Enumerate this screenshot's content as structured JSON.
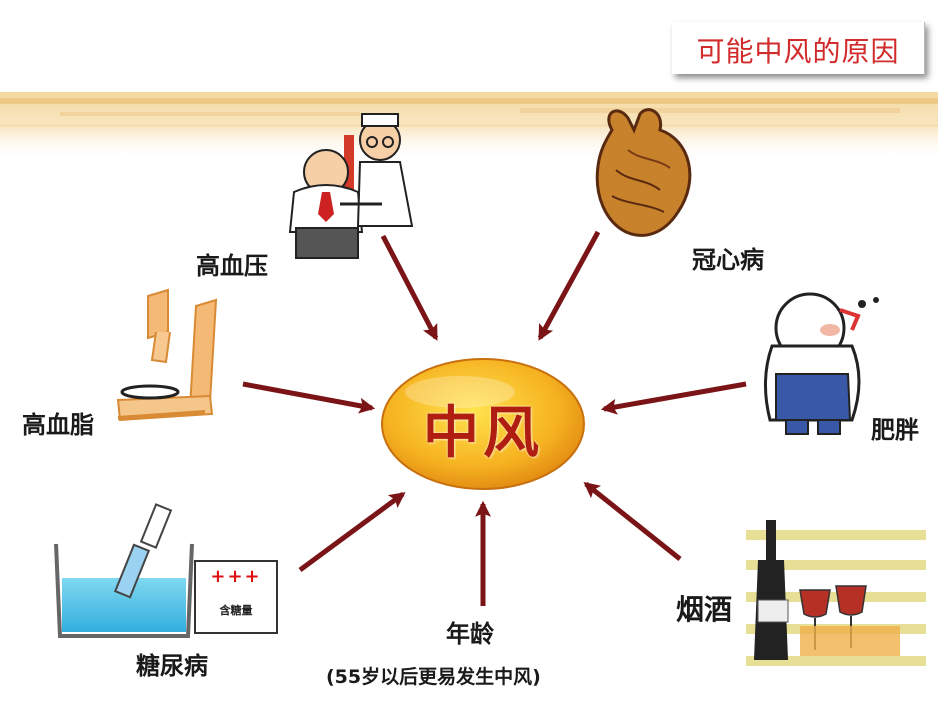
{
  "title": "可能中风的原因",
  "center": {
    "label": "中风",
    "color": "#b01e12"
  },
  "causes": [
    {
      "id": "hypertension",
      "label": "高血压",
      "icon": "doctor-patient-icon"
    },
    {
      "id": "coronary",
      "label": "冠心病",
      "icon": "heart-icon"
    },
    {
      "id": "hyperlipidemia",
      "label": "高血脂",
      "icon": "blood-vessel-icon"
    },
    {
      "id": "obesity",
      "label": "肥胖",
      "icon": "obese-person-icon"
    },
    {
      "id": "diabetes",
      "label": "糖尿病",
      "icon": "urine-test-icon"
    },
    {
      "id": "age",
      "label": "年龄",
      "note": "(55岁以后更易发生中风)",
      "icon": ""
    },
    {
      "id": "smoking-drinking",
      "label": "烟酒",
      "icon": "wine-bottle-icon"
    }
  ],
  "test_box": {
    "marks": "+++",
    "text": "含糖量"
  },
  "colors": {
    "arrow": "#7a1416",
    "title": "#d12b2b",
    "oval": "#f2a21c"
  }
}
